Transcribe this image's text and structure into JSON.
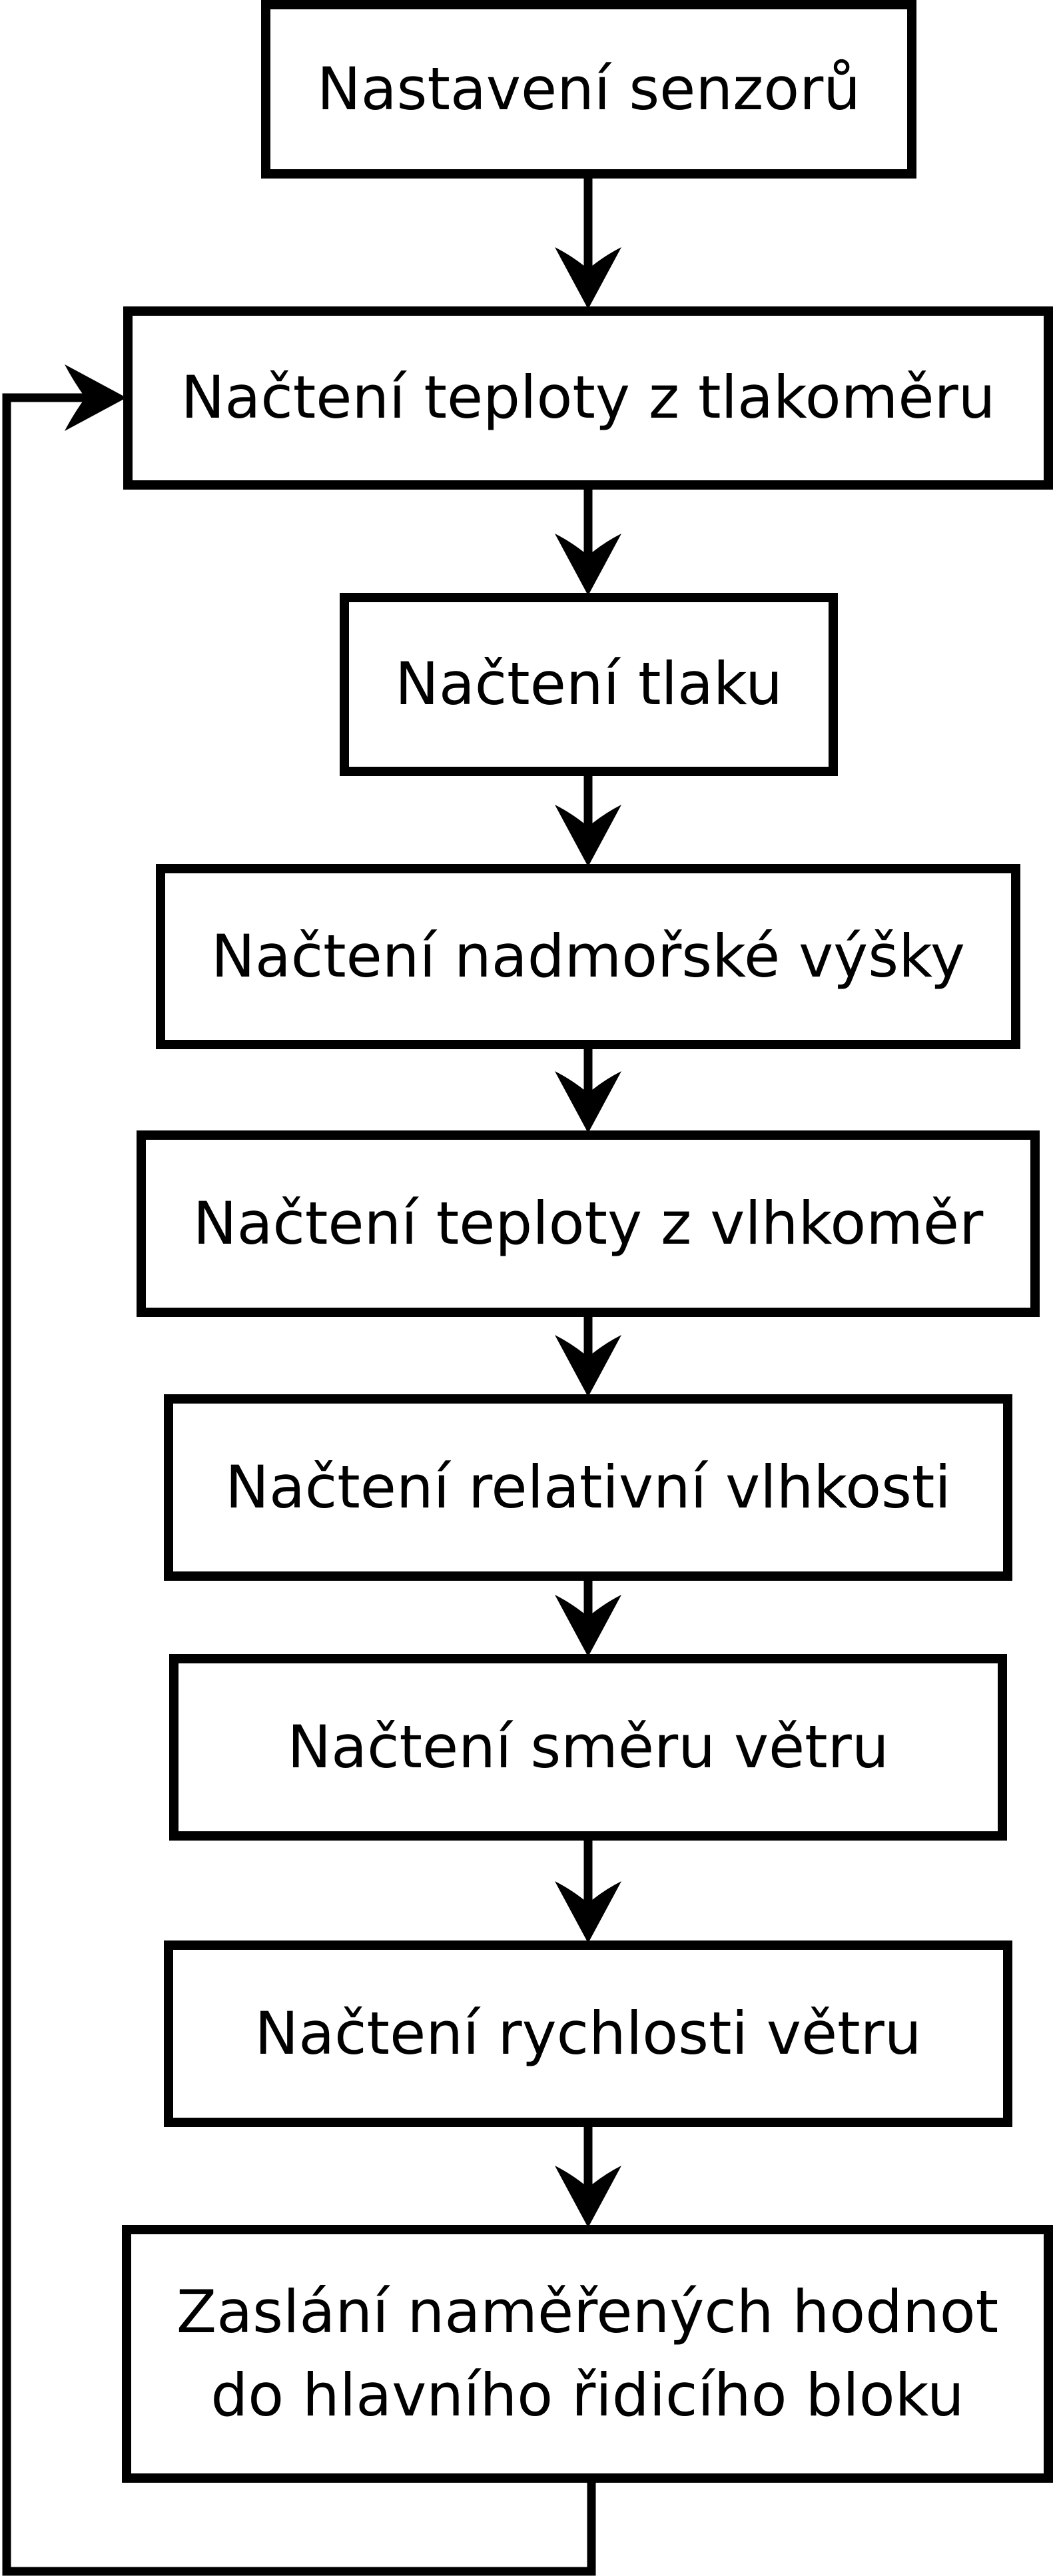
{
  "diagram": {
    "type": "flowchart",
    "language": "cs",
    "colors": {
      "background": "#ffffff",
      "line": "#000000",
      "node_fill": "#ffffff",
      "node_border": "#000000",
      "text": "#000000"
    },
    "nodes": [
      {
        "id": "nastaveni-senzoru",
        "lines": [
          "Nastavení senzorů"
        ]
      },
      {
        "id": "nacteni-teploty-z-tlakomeru",
        "lines": [
          "Načtení teploty z tlakoměru"
        ]
      },
      {
        "id": "nacteni-tlaku",
        "lines": [
          "Načtení tlaku"
        ]
      },
      {
        "id": "nacteni-nadmorske-vysky",
        "lines": [
          "Načtení nadmořské výšky"
        ]
      },
      {
        "id": "nacteni-teploty-z-vlhkomer",
        "lines": [
          "Načtení teploty z vlhkoměr"
        ]
      },
      {
        "id": "nacteni-relativni-vlhkosti",
        "lines": [
          "Načtení relativní vlhkosti"
        ]
      },
      {
        "id": "nacteni-smeru-vetru",
        "lines": [
          "Načtení směru větru"
        ]
      },
      {
        "id": "nacteni-rychlosti-vetru",
        "lines": [
          "Načtení rychlosti větru"
        ]
      },
      {
        "id": "zaslani-namerenych-hodnot",
        "lines": [
          "Zaslání naměřených hodnot",
          "do hlavního řidicího bloku"
        ]
      }
    ],
    "edges": [
      {
        "from": "nastaveni-senzoru",
        "to": "nacteni-teploty-z-tlakomeru",
        "type": "arrow-down"
      },
      {
        "from": "nacteni-teploty-z-tlakomeru",
        "to": "nacteni-tlaku",
        "type": "arrow-down"
      },
      {
        "from": "nacteni-tlaku",
        "to": "nacteni-nadmorske-vysky",
        "type": "arrow-down"
      },
      {
        "from": "nacteni-nadmorske-vysky",
        "to": "nacteni-teploty-z-vlhkomer",
        "type": "arrow-down"
      },
      {
        "from": "nacteni-teploty-z-vlhkomer",
        "to": "nacteni-relativni-vlhkosti",
        "type": "arrow-down"
      },
      {
        "from": "nacteni-relativni-vlhkosti",
        "to": "nacteni-smeru-vetru",
        "type": "arrow-down"
      },
      {
        "from": "nacteni-smeru-vetru",
        "to": "nacteni-rychlosti-vetru",
        "type": "arrow-down"
      },
      {
        "from": "nacteni-rychlosti-vetru",
        "to": "zaslani-namerenych-hodnot",
        "type": "arrow-down"
      },
      {
        "from": "zaslani-namerenych-hodnot",
        "to": "nacteni-teploty-z-tlakomeru",
        "type": "loop-back-left"
      }
    ]
  }
}
